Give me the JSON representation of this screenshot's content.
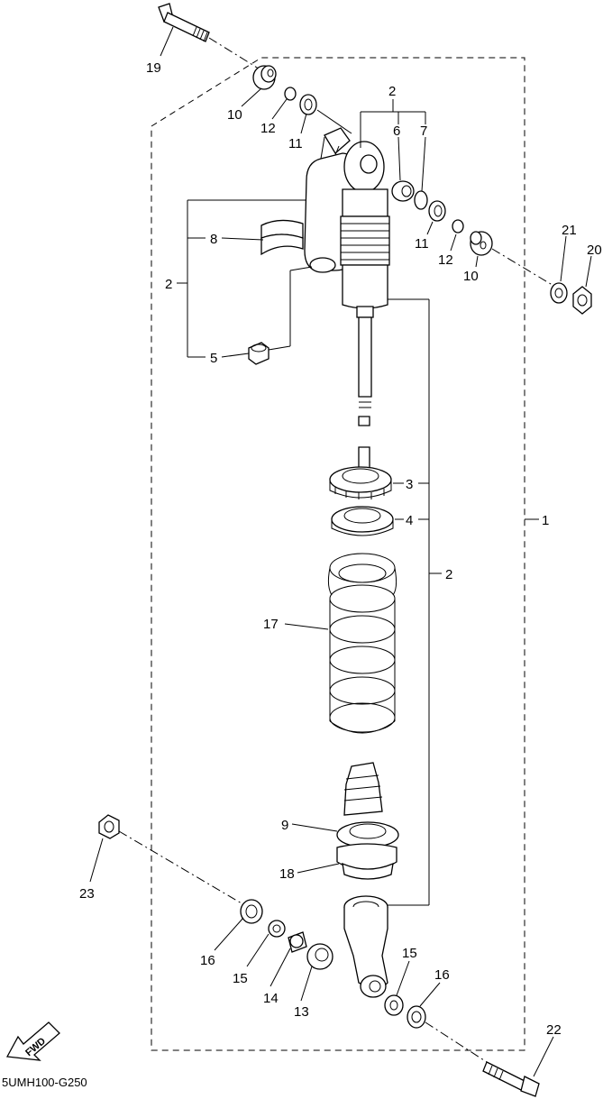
{
  "diagram_code": "5UMH100-G250",
  "fwd_label": "FWD",
  "callouts": {
    "c1": "1",
    "c2_top": "2",
    "c2_left": "2",
    "c2_mid": "2",
    "c3": "3",
    "c4": "4",
    "c5": "5",
    "c6": "6",
    "c7": "7",
    "c8": "8",
    "c9": "9",
    "c10_a": "10",
    "c10_b": "10",
    "c11_a": "11",
    "c11_b": "11",
    "c12_a": "12",
    "c12_b": "12",
    "c13": "13",
    "c14": "14",
    "c15_a": "15",
    "c15_b": "15",
    "c16_a": "16",
    "c16_b": "16",
    "c17": "17",
    "c18": "18",
    "c19": "19",
    "c20": "20",
    "c21": "21",
    "c22": "22",
    "c23": "23"
  }
}
